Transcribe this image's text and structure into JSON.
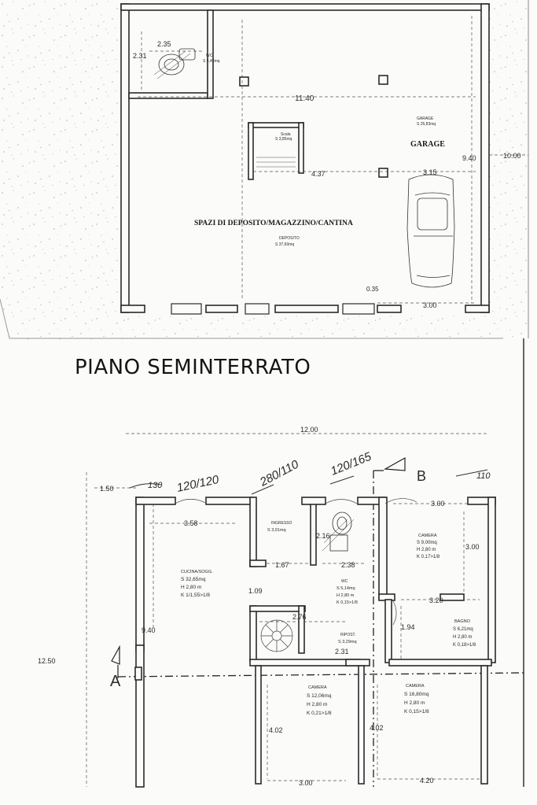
{
  "title": "PIANO SEMINTERRATO",
  "basement": {
    "dims": {
      "top_wc_w": "2.35",
      "top_wc_h": "2.31",
      "width_main": "11.40",
      "stair_w": "4.37",
      "garage_w": "3.15",
      "depth_right": "9.40",
      "depth_outer": "10.00",
      "bottom_right": "3.00",
      "corner_small": "0.35"
    },
    "wc": {
      "name": "WC",
      "area": "S  5,49mq"
    },
    "stair": {
      "name": "Scala",
      "area": "S  3,85mq"
    },
    "garage": {
      "small_label": "GARAGE",
      "area": "S  25,83mq",
      "label": "GARAGE"
    },
    "storage": {
      "label": "SPAZI DI DEPOSITO/MAGAZZINO/CANTINA",
      "small_label": "DEPOSITO",
      "area": "S  37,60mq"
    }
  },
  "ground": {
    "dims": {
      "overall_w": "12.00",
      "left_small": "1.50",
      "kitchen_w": "3.58",
      "hall_w": "1.67",
      "wc_h": "2.16",
      "wc_w": "2.38",
      "corridor": "1.09",
      "stair_w": "2.76",
      "stair_h": "2.31",
      "kitchen_h": "9.40",
      "overall_h": "12.50",
      "cam1_w": "3.00",
      "cam1_h": "3.00",
      "bath_w": "3.20",
      "bath_h": "1.94",
      "cam2_h": "4.02",
      "cam3_h": "4.02",
      "bottom_mid": "3.00",
      "bottom_right": "4.20"
    },
    "handwritten": {
      "n1": "130",
      "n2": "120/120",
      "n3": "280/110",
      "n4": "120/165",
      "n5": "110",
      "section_a": "A",
      "section_b": "B"
    },
    "rooms": {
      "kitchen": {
        "name": "CUCINA/SOGG.",
        "s": "S   32,65mq",
        "h": "H   2,80 m",
        "k": "K   1/1,55>1/8"
      },
      "entrance": {
        "name": "INGRESSO",
        "s": "S   3,91mq"
      },
      "wc": {
        "name": "WC",
        "s": "S   5,14mq",
        "h": "H   2,80 m",
        "k": "K   0,15>1/8"
      },
      "ripost": {
        "name": "RIPOST.",
        "s": "S   3,29mq"
      },
      "camera1": {
        "name": "CAMERA",
        "s": "S   9,00mq",
        "h": "H   2,80 m",
        "k": "K   0,17>1/8"
      },
      "bath": {
        "name": "BAGNO",
        "s": "S   6,21mq",
        "h": "H   2,80 m",
        "k": "K   0,18>1/8"
      },
      "camera2": {
        "name": "CAMERA",
        "s": "S   12,06mq",
        "h": "H   2,80 m",
        "k": "K   0,21>1/8"
      },
      "camera3": {
        "name": "CAMERA",
        "s": "S   16,80mq",
        "h": "H   2,80 m",
        "k": "K   0,15>1/8"
      }
    }
  }
}
